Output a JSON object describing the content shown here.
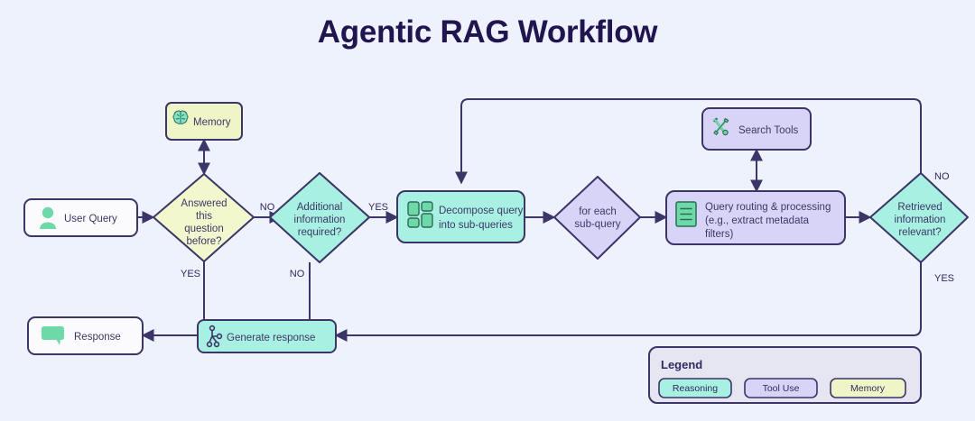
{
  "page": {
    "title": "Agentic RAG Workflow",
    "background_color": "#eef2fd",
    "line_color": "#3b3568",
    "text_color": "#3b3866"
  },
  "palette": {
    "reasoning_fill": "#a8f0e2",
    "tool_use_fill": "#d8d4f7",
    "memory_fill": "#f0f5c8",
    "plain_fill": "#fbfbfd",
    "icon_green": "#6ed9a8",
    "legend_panel": "#e6e5f2",
    "stroke": "#3b3568"
  },
  "nodes": {
    "user_query": {
      "label": "User Query",
      "icon": "person-icon",
      "category": "plain"
    },
    "memory": {
      "label": "Memory",
      "icon": "brain-icon",
      "category": "memory"
    },
    "answered_before": {
      "label_lines": [
        "Answered",
        "this",
        "question",
        "before?"
      ],
      "category": "memory",
      "shape": "diamond"
    },
    "additional_info": {
      "label_lines": [
        "Additional",
        "information",
        "required?"
      ],
      "category": "reasoning",
      "shape": "diamond"
    },
    "decompose": {
      "label_lines": [
        "Decompose query",
        "into sub-queries"
      ],
      "icon": "grid-icon",
      "category": "reasoning"
    },
    "for_each": {
      "label_lines": [
        "for each",
        "sub-query"
      ],
      "category": "tool_use",
      "shape": "diamond"
    },
    "search_tools": {
      "label": "Search Tools",
      "icon": "tools-icon",
      "category": "tool_use"
    },
    "query_routing": {
      "label_lines": [
        "Query routing & processing",
        "(e.g., extract metadata",
        "filters)"
      ],
      "icon": "document-list-icon",
      "category": "tool_use"
    },
    "retrieved_relevant": {
      "label_lines": [
        "Retrieved",
        "information",
        "relevant?"
      ],
      "category": "reasoning",
      "shape": "diamond"
    },
    "generate_response": {
      "label": "Generate response",
      "icon": "node-graph-icon",
      "category": "reasoning"
    },
    "response": {
      "label": "Response",
      "icon": "speech-bubble-icon",
      "category": "plain"
    }
  },
  "edge_labels": {
    "answered_no": "NO",
    "answered_yes": "YES",
    "additional_yes": "YES",
    "additional_no": "NO",
    "retrieved_no": "NO",
    "retrieved_yes": "YES"
  },
  "legend": {
    "title": "Legend",
    "items": [
      {
        "label": "Reasoning",
        "color": "#a8f0e2"
      },
      {
        "label": "Tool Use",
        "color": "#d8d4f7"
      },
      {
        "label": "Memory",
        "color": "#f0f5c8"
      }
    ]
  }
}
